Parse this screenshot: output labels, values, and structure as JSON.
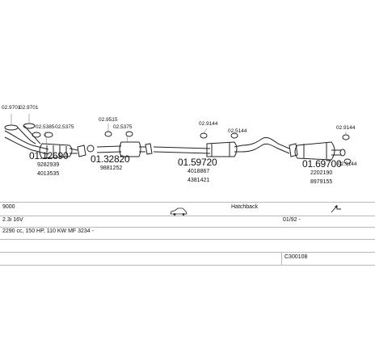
{
  "diagram": {
    "part_numbers": {
      "p1": "01.12690",
      "p2": "01.32820",
      "p3": "01.59720",
      "p4": "01.69700"
    },
    "oe_numbers": {
      "p1_a": "9282939",
      "p1_b": "4013535",
      "p2_a": "9881252",
      "p3_a": "4018867",
      "p3_b": "4381421",
      "p4_a": "2202190",
      "p4_b": "8979155"
    },
    "fittings": {
      "f1": "02.9701",
      "f2": "02.9701",
      "f3": "02.5385",
      "f4": "02.5375",
      "f5": "02.9515",
      "f6": "02.5375",
      "f7": "02.9144",
      "f8": "02.5144",
      "f9": "02.9144",
      "f10": "02.9144"
    }
  },
  "info": {
    "model": "9000",
    "body_type": "Hatchback",
    "engine": "2.3i 16V",
    "date": "01/92 -",
    "spec": "2290 cc, 150 HP, 110 KW MF 3234 -",
    "code": "C300108"
  },
  "icons": {
    "car": "car-hatchback-icon",
    "steering": "steering-arrow-icon"
  }
}
